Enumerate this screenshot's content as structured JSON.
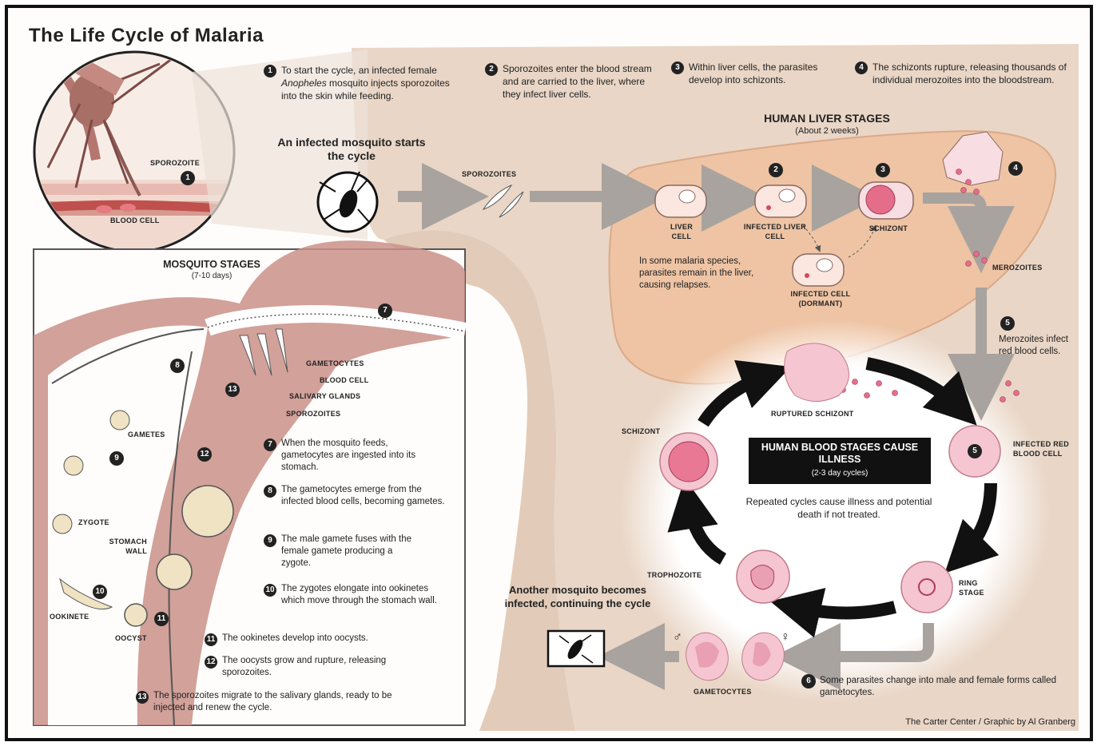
{
  "title": "The Life Cycle of Malaria",
  "credit": "The Carter Center / Graphic by Al Granberg",
  "top_steps": [
    {
      "n": "1",
      "text_a": "To start the cycle, an infected female ",
      "text_em": "Anopheles",
      "text_b": " mosquito injects sporozoites into the skin while feeding."
    },
    {
      "n": "2",
      "text": "Sporozoites enter the blood stream and are carried to the liver, where they infect liver cells."
    },
    {
      "n": "3",
      "text": "Within liver cells, the parasites develop into schizonts."
    },
    {
      "n": "4",
      "text": "The schizonts rupture, releasing thousands of individual merozoites into the bloodstream."
    }
  ],
  "inset": {
    "labels": {
      "sporozoite": "SPOROZOITE",
      "blood_cell": "BLOOD CELL",
      "num": "1"
    }
  },
  "infected_mosquito": "An infected mosquito starts the cycle",
  "sporozoites_label": "SPOROZOITES",
  "liver": {
    "heading": "HUMAN LIVER STAGES",
    "subheading": "(About 2 weeks)",
    "liver_cell": "LIVER CELL",
    "infected_liver_cell": "INFECTED LIVER CELL",
    "schizont": "SCHIZONT",
    "dormant": "INFECTED CELL (DORMANT)",
    "relapse_note": "In some malaria species, parasites remain in the liver, causing relapses.",
    "merozoites": "MEROZOITES",
    "nums": [
      "2",
      "3",
      "4"
    ]
  },
  "blood": {
    "step5_num": "5",
    "step5_text": "Merozoites infect red blood cells.",
    "infected_rbc": "INFECTED RED BLOOD CELL",
    "ruptured_schizont": "RUPTURED SCHIZONT",
    "schizont": "SCHIZONT",
    "trophozoite": "TROPHOZOITE",
    "ring_stage": "RING STAGE",
    "box_title": "HUMAN BLOOD STAGES CAUSE ILLNESS",
    "box_sub": "(2-3 day cycles)",
    "cycle_note": "Repeated cycles cause illness and potential death if not treated.",
    "gametocytes": "GAMETOCYTES",
    "male_symbol": "♂",
    "female_symbol": "♀",
    "step6_num": "6",
    "step6_text": "Some parasites change into male and female forms called gametocytes.",
    "another_mosquito": "Another mosquito becomes infected, continuing the cycle"
  },
  "mosquito": {
    "heading": "MOSQUITO STAGES",
    "subheading": "(7-10 days)",
    "labels": {
      "gametocytes": "GAMETOCYTES",
      "blood_cell": "BLOOD CELL",
      "salivary_glands": "SALIVARY GLANDS",
      "sporozoites": "SPOROZOITES",
      "gametes": "GAMETES",
      "zygote": "ZYGOTE",
      "stomach_wall": "STOMACH WALL",
      "ookinete": "OOKINETE",
      "oocyst": "OOCYST"
    },
    "diagram_nums": {
      "n7": "7",
      "n8": "8",
      "n9": "9",
      "n10": "10",
      "n11": "11",
      "n12": "12",
      "n13": "13"
    },
    "steps": [
      {
        "n": "7",
        "text": "When the mosquito feeds, gametocytes are ingested into its stomach."
      },
      {
        "n": "8",
        "text": "The gametocytes emerge from the infected blood cells, becoming gametes."
      },
      {
        "n": "9",
        "text": "The male gamete fuses with the female gamete producing a zygote."
      },
      {
        "n": "10",
        "text": "The zygotes elongate into ookinetes which move through the stomach wall."
      },
      {
        "n": "11",
        "text": "The ookinetes develop into oocysts."
      },
      {
        "n": "12",
        "text": "The oocysts grow and rupture, releasing sporozoites."
      },
      {
        "n": "13",
        "text": "The sporozoites migrate to the salivary glands, ready to be injected and renew the cycle."
      }
    ]
  },
  "colors": {
    "body": "#e8d5c4",
    "liver": "#eec4a4",
    "mosquito_body": "#c99188",
    "cell_pink": "#f3c0cc",
    "arrow_gray": "#a8a39e",
    "cycle_arrow": "#111111"
  }
}
